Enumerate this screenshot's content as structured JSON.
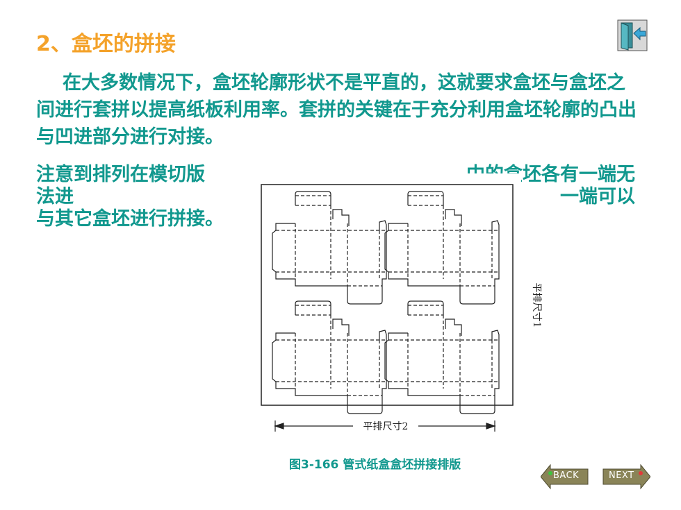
{
  "slide": {
    "title": "2、盒坯的拼接",
    "paragraph": "在大多数情况下，盒坯轮廓形状不是平直的，这就要求盒坯与盒坯之间进行套拼以提高纸板利用率。套拼的关键在于充分利用盒坯轮廓的凸出与凹进部分进行对接。",
    "note_left": [
      "注意到排列在模切版",
      "法进",
      "与其它盒坯进行拼接。"
    ],
    "note_right": [
      "中的盒坯各有一端无",
      "一端可以"
    ],
    "caption": "图3-166  管式纸盒盒坯拼接排版"
  },
  "figure": {
    "dim_bottom": "平排尺寸2",
    "dim_right": "平排尺寸1"
  },
  "nav": {
    "back_label": "BACK",
    "next_label": "NEXT",
    "exit_icon": "exit-door-icon"
  },
  "colors": {
    "title": "#f4a22a",
    "body_text": "#11988e",
    "nav_button": "#8a8458"
  }
}
